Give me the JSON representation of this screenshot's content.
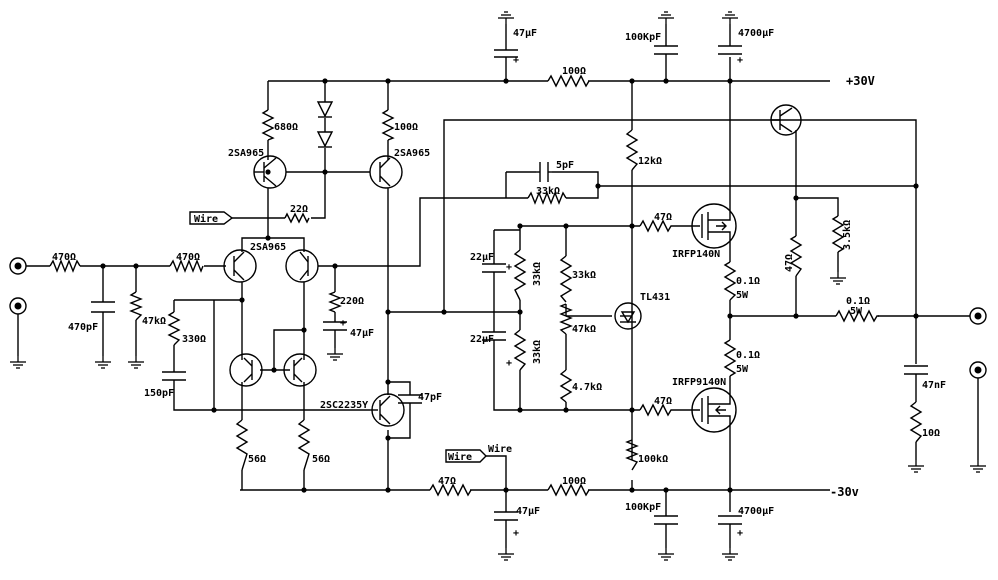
{
  "labels": {
    "cap_47uF": "47µF",
    "cap_100KpF": "100KpF",
    "cap_4700uF": "4700µF",
    "res_100": "100Ω",
    "rail_pos": "+30V",
    "rail_neg": "-30v",
    "res_680": "680Ω",
    "res_12k": "12kΩ",
    "cap_5pF": "5pF",
    "res_33k": "33kΩ",
    "q_2sa965": "2SA965",
    "wire": "Wire",
    "res_22": "22Ω",
    "res_470": "470Ω",
    "res_47": "47Ω",
    "mosfet_n": "IRFP140N",
    "mosfet_p": "IRFP9140N",
    "res_3_5k": "3.5kΩ",
    "res_47k": "47kΩ",
    "res_220": "220Ω",
    "cap_470pF": "470pF",
    "cap_22uF": "22µF",
    "pot_47k": "47kΩ",
    "tl431": "TL431",
    "res_0_1_5w": "0.1Ω",
    "watt_5w": "5W",
    "res_330": "330Ω",
    "cap_150pF": "150pF",
    "q_2sc2235": "2SC2235Y",
    "cap_47pF": "47pF",
    "res_4_7k": "4.7kΩ",
    "cap_47nF": "47nF",
    "res_10": "10Ω",
    "res_56": "56Ω",
    "res_100k": "100kΩ"
  }
}
